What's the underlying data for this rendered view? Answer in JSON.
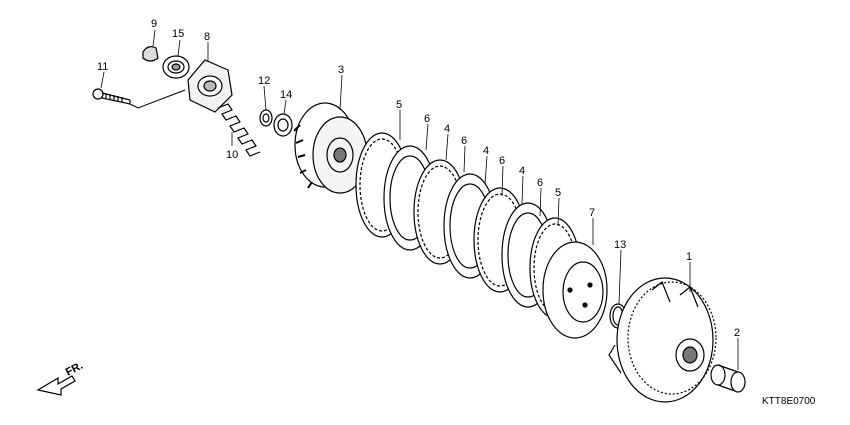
{
  "diagram": {
    "code": "KTT8E0700",
    "front_label": "FR.",
    "callouts": [
      "9",
      "15",
      "8",
      "11",
      "12",
      "14",
      "10",
      "3",
      "5",
      "6",
      "4",
      "6",
      "4",
      "6",
      "4",
      "6",
      "5",
      "7",
      "13",
      "1",
      "2"
    ]
  }
}
